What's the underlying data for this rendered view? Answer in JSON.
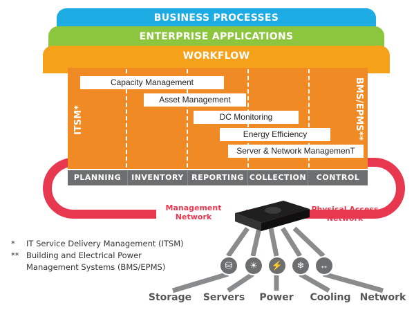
{
  "layers": {
    "business_processes": "BUSINESS PROCESSES",
    "enterprise_applications": "ENTERPRISE APPLICATIONS",
    "workflow": "WORKFLOW"
  },
  "side_labels": {
    "left": "ITSM*",
    "right": "BMS/EPMS**"
  },
  "functions": [
    "Capacity Management",
    "Asset Management",
    "DC Monitoring",
    "Energy Efficiency",
    "Server & Network ManagemenT"
  ],
  "stages": [
    "PLANNING",
    "INVENTORY",
    "REPORTING",
    "COLLECTION",
    "CONTROL"
  ],
  "networks": {
    "management": "Management Network",
    "physical": "Physical Access Network"
  },
  "footnotes": [
    {
      "marker": "*",
      "text": "IT Service Delivery Management (ITSM)"
    },
    {
      "marker": "**",
      "text": "Building and Electrical Power"
    },
    {
      "marker": "",
      "text": "Management Systems (BMS/EPMS)"
    }
  ],
  "categories": [
    {
      "label": "Storage",
      "icon": "storage-icon",
      "glyph": "⛁"
    },
    {
      "label": "Servers",
      "icon": "servers-icon",
      "glyph": "☀"
    },
    {
      "label": "Power",
      "icon": "power-icon",
      "glyph": "⚡"
    },
    {
      "label": "Cooling",
      "icon": "cooling-icon",
      "glyph": "❄"
    },
    {
      "label": "Network",
      "icon": "network-icon",
      "glyph": "↔"
    }
  ],
  "colors": {
    "business_processes": "#1cabe2",
    "enterprise_applications": "#8cc63f",
    "workflow": "#f6a11a",
    "main": "#f08a24",
    "ring": "#e8384f",
    "bar": "#6d6e70"
  }
}
